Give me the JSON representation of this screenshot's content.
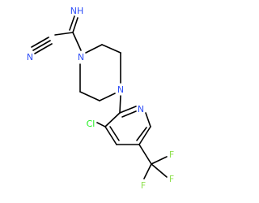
{
  "atom_labels": {
    "imine": "NH",
    "nitrile_n": "N",
    "piperazine_n1": "N",
    "piperazine_n4": "N",
    "pyridine_n": "N",
    "chlorine": "Cl",
    "f_top": "F",
    "f_left": "F",
    "f_right": "F"
  },
  "colors": {
    "bond": "#000000",
    "nitrogen": "#3050F8",
    "chlorine": "#1FF01F",
    "fluorine": "#90E050"
  }
}
